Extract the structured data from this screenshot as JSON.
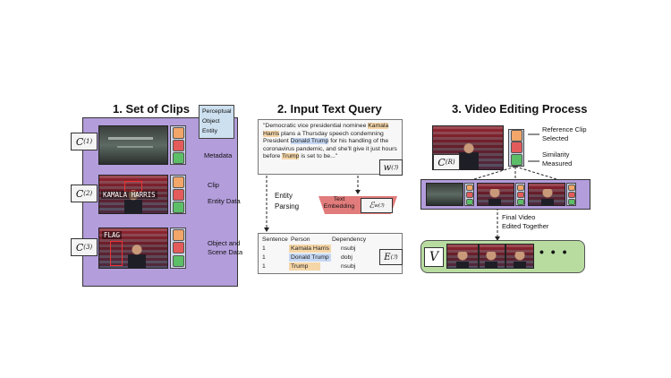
{
  "section1": {
    "title": "1. Set of Clips",
    "legend": [
      "Perceptual",
      "Object",
      "Entity"
    ],
    "labels": {
      "metadata": "Metadata",
      "clip": "Clip",
      "entity_data": "Entity Data",
      "object_and": "Object and",
      "scene_data": "Scene Data"
    },
    "clips": [
      {
        "symbol": "C^{(1)}",
        "overlay": ""
      },
      {
        "symbol": "C^{(2)}",
        "overlay": "KAMALA HARRIS"
      },
      {
        "symbol": "C^{(3)}",
        "overlay": "FLAG"
      }
    ],
    "colors": {
      "panel": "#b39ddb",
      "legend_bg": "#cde0f0"
    }
  },
  "section2": {
    "title": "2. Input Text Query",
    "query_parts": [
      "\"Democratic vice presidential nominee ",
      "Kamala Harris",
      " plans a Thursday speech condemning President ",
      "Donald Trump",
      " for his handling of the coronavirus pandemic, and she'll give it just hours before ",
      "Trump",
      " is set to be...\""
    ],
    "query_symbol": "w^{(I)}",
    "entity_parsing": [
      "Entity",
      "Parsing"
    ],
    "text_embedding": [
      "Text",
      "Embedding"
    ],
    "embedding_symbol": "E_w(I)",
    "table": {
      "headers": [
        "Sentence",
        "Person",
        "Dependency"
      ],
      "rows": [
        [
          "1",
          "Kamala Harris",
          "nsubj"
        ],
        [
          "1",
          "Donald Trump",
          "dobj"
        ],
        [
          "1",
          "Trump",
          "nsubj"
        ]
      ],
      "symbol": "E^{(I)}"
    }
  },
  "section3": {
    "title": "3. Video Editing Process",
    "reference_symbol": "C^{(R)}",
    "reference_label": [
      "Reference Clip",
      "Selected"
    ],
    "similarity_label": [
      "Similarity",
      "Measured"
    ],
    "final_label": [
      "Final Video",
      "Edited Together"
    ],
    "final_symbol": "V",
    "ellipsis": "• • •",
    "colors": {
      "strip": "#b39ddb",
      "final_bg": "#b8dca0"
    }
  }
}
